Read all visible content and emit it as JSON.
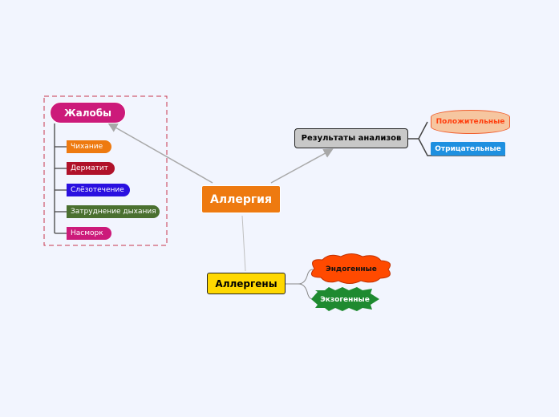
{
  "central": {
    "label": "Аллергия",
    "color": "#ee7a10"
  },
  "complaints": {
    "label": "Жалобы",
    "color": "#cc1a7a",
    "items": [
      {
        "label": "Чихание",
        "color": "#ee7a10"
      },
      {
        "label": "Дерматит",
        "color": "#b0122a"
      },
      {
        "label": "Слёзотечение",
        "color": "#2a10e0"
      },
      {
        "label": "Затруднение дыхания",
        "color": "#4a7030"
      },
      {
        "label": "Насморк",
        "color": "#cc1a7a"
      }
    ]
  },
  "results": {
    "label": "Результаты анализов",
    "positive": "Положительные",
    "negative": "Отрицательные"
  },
  "allergens": {
    "label": "Аллергены",
    "endogenous": "Эндогенные",
    "exogenous": "Экзогенные"
  }
}
